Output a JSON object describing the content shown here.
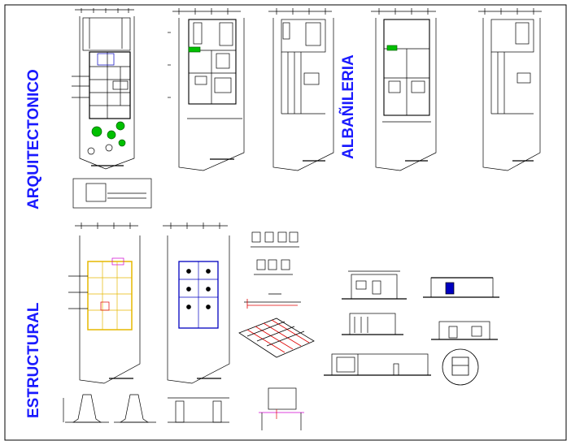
{
  "sheet": {
    "labels": {
      "arquitectonico": "ARQUITECTONICO",
      "albanileria": "ALBAÑILERIA",
      "estructural": "ESTRUCTURAL"
    },
    "colors": {
      "label_blue": "#1a1aff",
      "line": "#000000",
      "accent_red": "#e00000",
      "accent_green": "#00c000",
      "accent_yellow": "#e6b800",
      "accent_magenta": "#d000d0",
      "accent_blue": "#0000c0"
    }
  }
}
